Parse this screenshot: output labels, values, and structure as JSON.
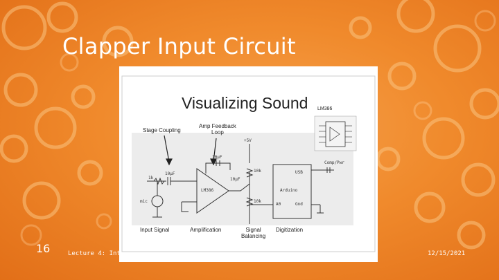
{
  "slide": {
    "title": "Clapper Input Circuit",
    "number": "16",
    "footer": "Lecture 4: Int",
    "date": "12/15/2021"
  },
  "figure": {
    "heading": "Visualizing Sound",
    "chip_label": "LM386",
    "callouts": {
      "stage_coupling": "Stage Coupling",
      "amp_feedback": "Amp Feedback\nLoop"
    },
    "sections": {
      "input_signal": "Input Signal",
      "amplification": "Amplification",
      "signal_balancing": "Signal\nBalancing",
      "digitization": "Digitization"
    },
    "handwritten": {
      "supply": "+5V",
      "cap_10uf_a": "10μF",
      "cap_10uf_b": "10μF",
      "cap_10uf_c": "10μF",
      "res_1k": "1k",
      "res_10k": "10k",
      "res_10k_b": "10k",
      "mic": "mic",
      "opamp": "LM386",
      "arduino": "Arduino",
      "usb": "USB",
      "a0": "A0",
      "gnd": "Gnd",
      "to_computer": "Comp/Pwr"
    }
  },
  "colors": {
    "bg_orange": "#f08a2c",
    "ring": "#f7b566",
    "text": "#ffffff"
  }
}
